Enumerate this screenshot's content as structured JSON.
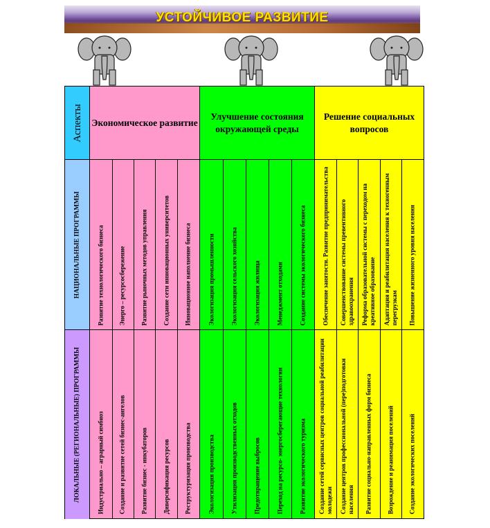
{
  "banner": {
    "title": "УСТОЙЧИВОЕ РАЗВИТИЕ"
  },
  "table": {
    "aspects_label": "Аспекты",
    "national_label": "НАЦИОНАЛЬНЫЕ ПРОГРАММЫ",
    "local_label": "ЛОКАЛЬНЫЕ (РЕГИОНАЛЬНЫЕ) ПРОГРАММЫ",
    "colors": {
      "aspects": "#33ccff",
      "national": "#99ccff",
      "local": "#cc99ff",
      "economic": "#ff99cc",
      "environment": "#00ff00",
      "social": "#ffff00"
    },
    "groups": [
      {
        "title": "Экономическое развитие",
        "national": [
          "Развитие технологического бизнеса",
          "Энерго – ресурсосбережение",
          "Развитие рыночных методов управления",
          "Создание сети инновационных университетов",
          "Инновационное наполнение бизнеса"
        ],
        "local": [
          "Индустриально – аграрный симбиоз",
          "Создание и развитие сетей бизнес-ангелов",
          "Развитие бизнес - инкубаторов",
          "Диверсификация ресурсов",
          "Реструктуризация производства"
        ]
      },
      {
        "title": "Улучшение состояния окружающей среды",
        "national": [
          "Экологизация промышленности",
          "Экологизация сельского хозяйства",
          "Экологизация жилища",
          "Менеджмент отходами",
          "Создание системы экологического бизнеса"
        ],
        "local": [
          "Экологизация производства",
          "Утилизация производственных отходов",
          "Предотвращение выбросов",
          "Переход на ресурсо- энергосберегающие технологии",
          "Развитие экологического туризма"
        ]
      },
      {
        "title": "Решение социальных вопросов",
        "national": [
          "Обеспечение занятости. Развитие предпринимательства",
          "Совершенствование системы превентивного здравоохранения",
          "Реформа образовательной системы с переходом на креативное образование",
          "Адаптация и реабилитация населения к техногенным перегрузкам",
          "Повышение жизненного уровня населения"
        ],
        "local": [
          "Создание сетей сервисных центров социальной реабилитации молодежи",
          "Создание центров профессиональной (пере)подготовки населения",
          "Развитие социально-направленных форм бизнеса",
          "Возрождение и реанимация поселений",
          "Создание экологических поселений"
        ]
      }
    ]
  }
}
